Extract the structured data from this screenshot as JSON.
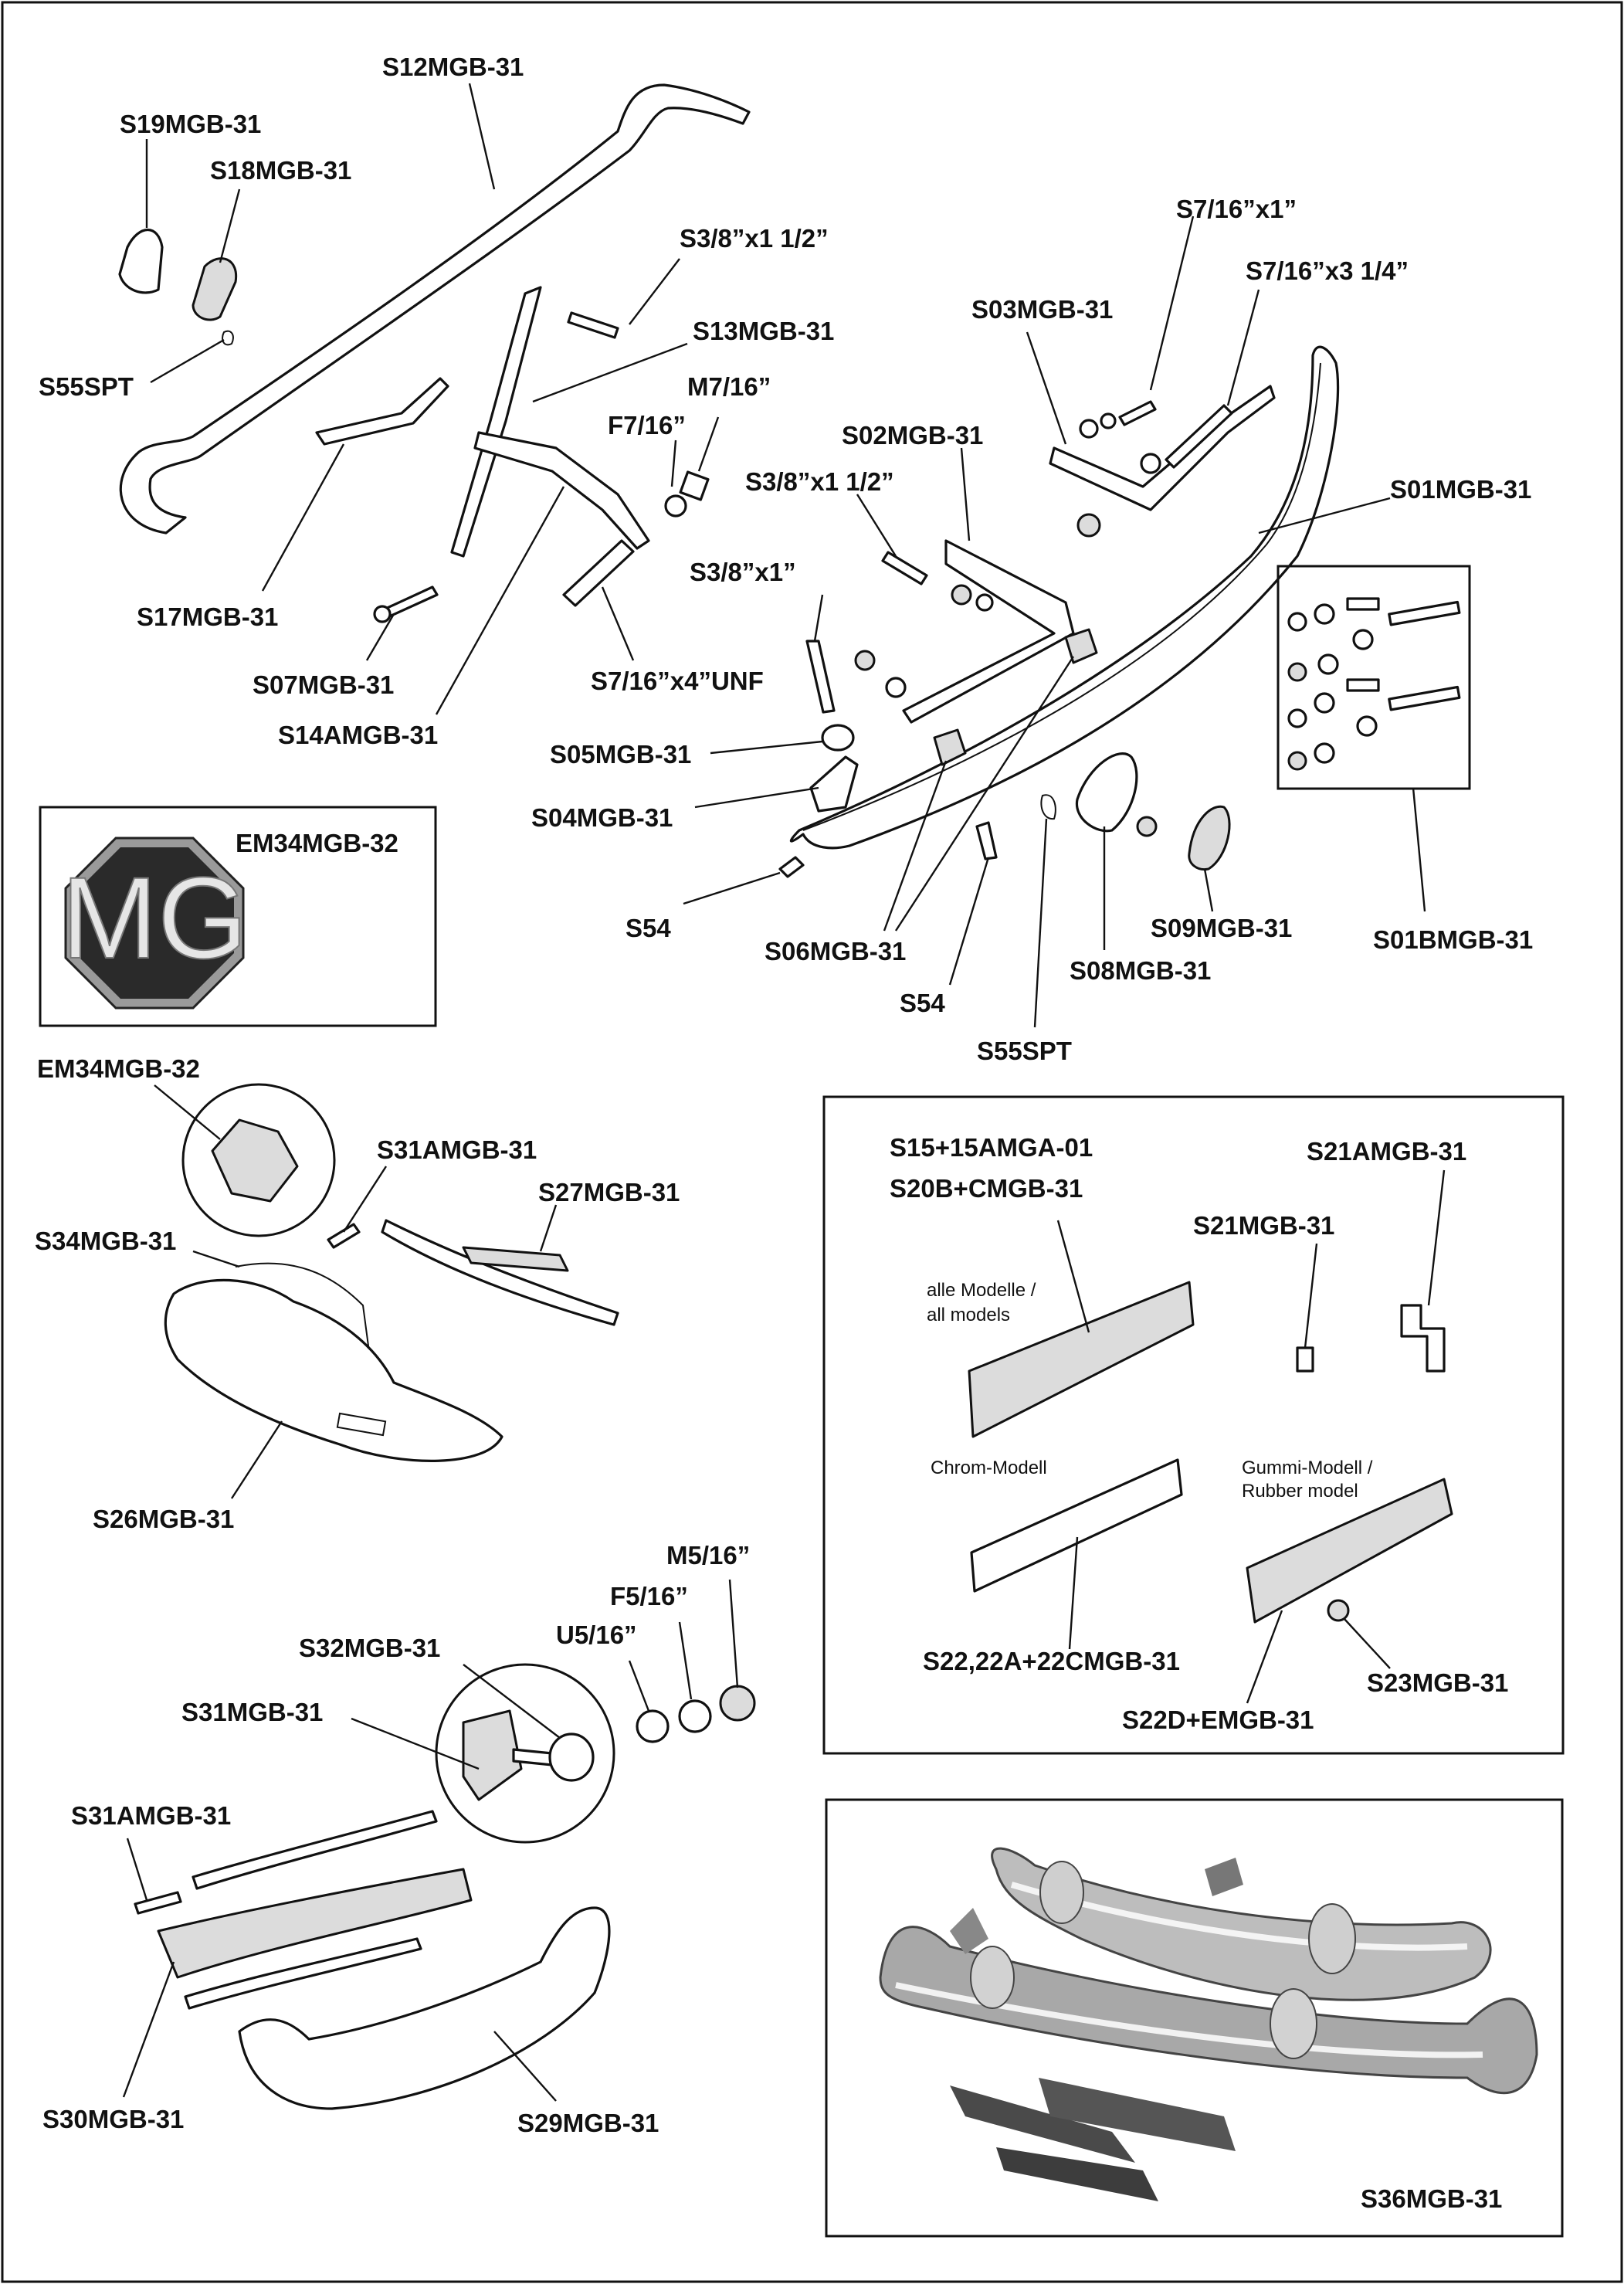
{
  "labels": {
    "s12": "S12MGB-31",
    "s19": "S19MGB-31",
    "s18": "S18MGB-31",
    "b38x112_top": "S3/8”x1 1/2”",
    "s13": "S13MGB-31",
    "s716x1": "S7/16”x1”",
    "s716x314": "S7/16”x3 1/4”",
    "s03": "S03MGB-31",
    "s55spt_top": "S55SPT",
    "m716": "M7/16”",
    "f716": "F7/16”",
    "s02": "S02MGB-31",
    "b38x112_mid": "S3/8”x1 1/2”",
    "s01": "S01MGB-31",
    "s38x1": "S3/8”x1”",
    "s17": "S17MGB-31",
    "s07": "S07MGB-31",
    "s716x4": "S7/16”x4”UNF",
    "s14a": "S14AMGB-31",
    "s05": "S05MGB-31",
    "s04": "S04MGB-31",
    "em34_box": "EM34MGB-32",
    "s54_left": "S54",
    "s06": "S06MGB-31",
    "s09": "S09MGB-31",
    "s01b": "S01BMGB-31",
    "s08": "S08MGB-31",
    "s54_right": "S54",
    "s55spt_bottom": "S55SPT",
    "em34_circle": "EM34MGB-32",
    "s31a_top": "S31AMGB-31",
    "s27": "S27MGB-31",
    "s34": "S34MGB-31",
    "s26": "S26MGB-31",
    "s15": "S15+15AMGA-01",
    "s20": "S20B+CMGB-31",
    "s21a": "S21AMGB-31",
    "s21": "S21MGB-31",
    "s22": "S22,22A+22CMGB-31",
    "s22d": "S22D+EMGB-31",
    "s23": "S23MGB-31",
    "m516": "M5/16”",
    "f516": "F5/16”",
    "u516": "U5/16”",
    "s32": "S32MGB-31",
    "s31": "S31MGB-31",
    "s31a_bottom": "S31AMGB-31",
    "s30": "S30MGB-31",
    "s29": "S29MGB-31",
    "s36": "S36MGB-31"
  },
  "notes": {
    "all_models_de": "alle Modelle /",
    "all_models_en": "all models",
    "chrome_model": "Chrom-Modell",
    "rubber_model_de": "Gummi-Modell  /",
    "rubber_model_en": "Rubber model"
  },
  "emblem": {
    "letters": "MG",
    "colors": {
      "body": "#2a2a2a",
      "rim": "#9a9a9a",
      "letter": "#e6e6e6"
    }
  }
}
